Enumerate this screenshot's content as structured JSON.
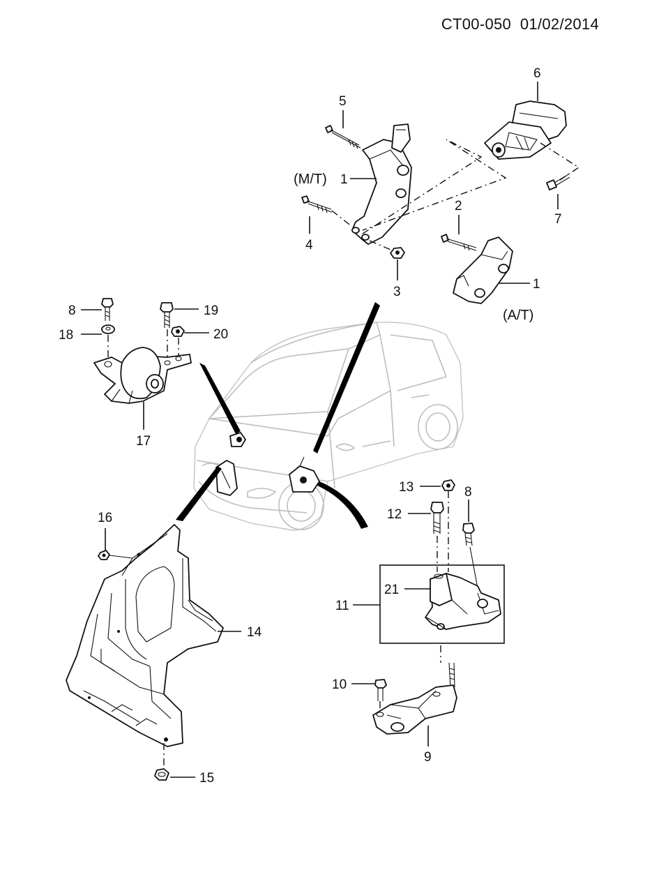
{
  "header": {
    "code": "CT00-050",
    "date": "01/02/2014"
  },
  "callouts": {
    "c1_mt": "1",
    "c1_at": "1",
    "c2": "2",
    "c3": "3",
    "c4": "4",
    "c5": "5",
    "c6": "6",
    "c7": "7",
    "c8a": "8",
    "c8b": "8",
    "c9": "9",
    "c10": "10",
    "c11": "11",
    "c12": "12",
    "c13": "13",
    "c14": "14",
    "c15": "15",
    "c16": "16",
    "c17": "17",
    "c18": "18",
    "c19": "19",
    "c20": "20",
    "c21": "21"
  },
  "variants": {
    "manual": "(M/T)",
    "automatic": "(A/T)"
  }
}
